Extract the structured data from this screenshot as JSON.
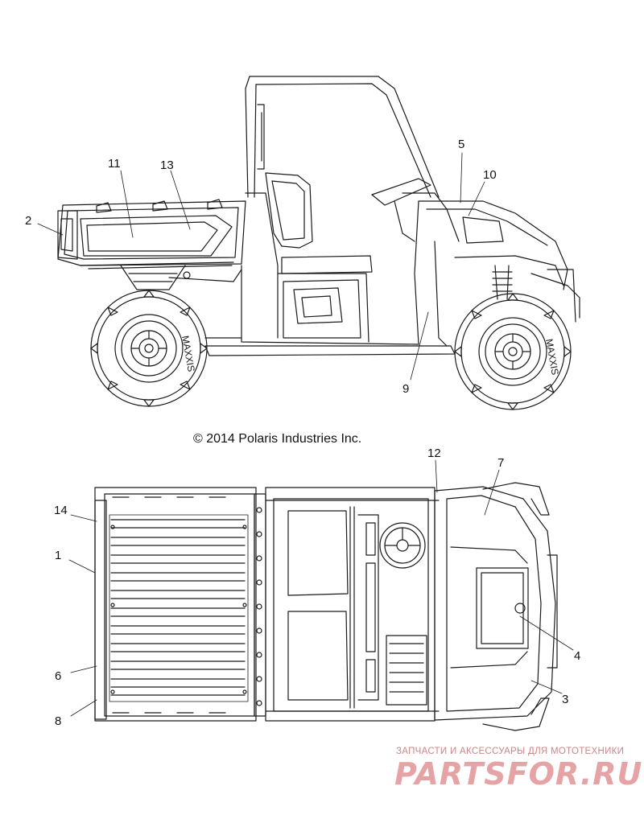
{
  "copyright": "© 2014 Polaris Industries Inc.",
  "tire_brand": "MAXXIS",
  "callouts": [
    "1",
    "2",
    "3",
    "4",
    "5",
    "6",
    "7",
    "8",
    "9",
    "10",
    "11",
    "12",
    "13",
    "14"
  ],
  "watermark": {
    "tagline": "ЗАПЧАСТИ И АКСЕССУАРЫ ДЛЯ МОТОТЕХНИКИ",
    "brand": "PARTSFOR.RU"
  },
  "colors": {
    "line": "#1a1a1a",
    "watermark": "#e5a3a6"
  }
}
